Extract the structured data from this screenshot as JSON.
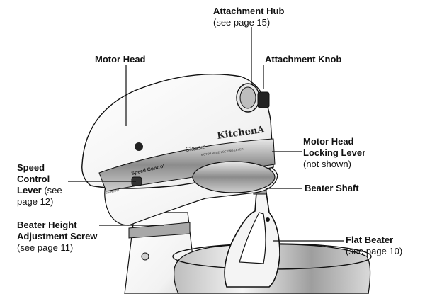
{
  "colors": {
    "line": "#111111",
    "body": "#ffffff",
    "metal": "#9a9a9a",
    "shadow": "#bdbdbd"
  },
  "product": {
    "brand": "KitchenA",
    "script": "Classic",
    "speed_control": "Speed Control",
    "small_print": "MOTOR HEAD LOCKING LEVER",
    "side_text": "KitchenAid"
  },
  "labels": {
    "attachment_hub": {
      "title": "Attachment Hub",
      "note": "(see page 15)"
    },
    "motor_head": {
      "title": "Motor Head"
    },
    "attachment_knob": {
      "title": "Attachment Knob"
    },
    "locking_lever": {
      "line1": "Motor Head",
      "line2": "Locking Lever",
      "note": "(not shown)"
    },
    "speed_control": {
      "line1": "Speed",
      "line2": "Control",
      "line3": "Lever",
      "line3_note": " (see",
      "note": "page 12)"
    },
    "beater_shaft": {
      "title": "Beater Shaft"
    },
    "beater_height": {
      "line1": "Beater Height",
      "line2": "Adjustment Screw",
      "note": "(see page 11)"
    },
    "flat_beater": {
      "title": "Flat Beater",
      "note": "(see page 10)"
    }
  }
}
